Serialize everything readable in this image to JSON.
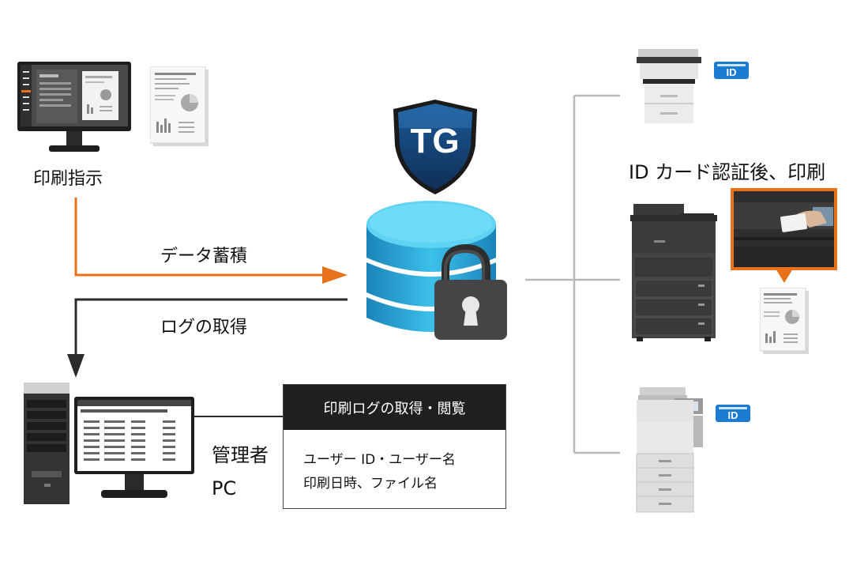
{
  "labels": {
    "print_instruction": "印刷指示",
    "data_storage": "データ蓄積",
    "log_retrieval": "ログの取得",
    "admin_line1": "管理者",
    "admin_line2": "PC",
    "id_card_print": "ID カード認証後、印刷"
  },
  "shield": {
    "text": "TG"
  },
  "id_badge": {
    "text": "ID"
  },
  "info_box": {
    "title": "印刷ログの取得・閲覧",
    "line1": "ユーザー ID・ユーザー名",
    "line2": "印刷日時、ファイル名"
  },
  "colors": {
    "accent_orange": "#e8711c",
    "arrow_dark": "#2b2b2b",
    "connector_gray": "#b8b8b8",
    "database_blue": "#2aa8d8",
    "shield_navy": "#123a6b",
    "id_blue": "#1a7bd1"
  },
  "icons": [
    "monitor-icon",
    "document-icon",
    "shield-icon",
    "database-icon",
    "padlock-icon",
    "server-tower-icon",
    "printer-icon",
    "mfp-icon",
    "id-card-icon"
  ]
}
